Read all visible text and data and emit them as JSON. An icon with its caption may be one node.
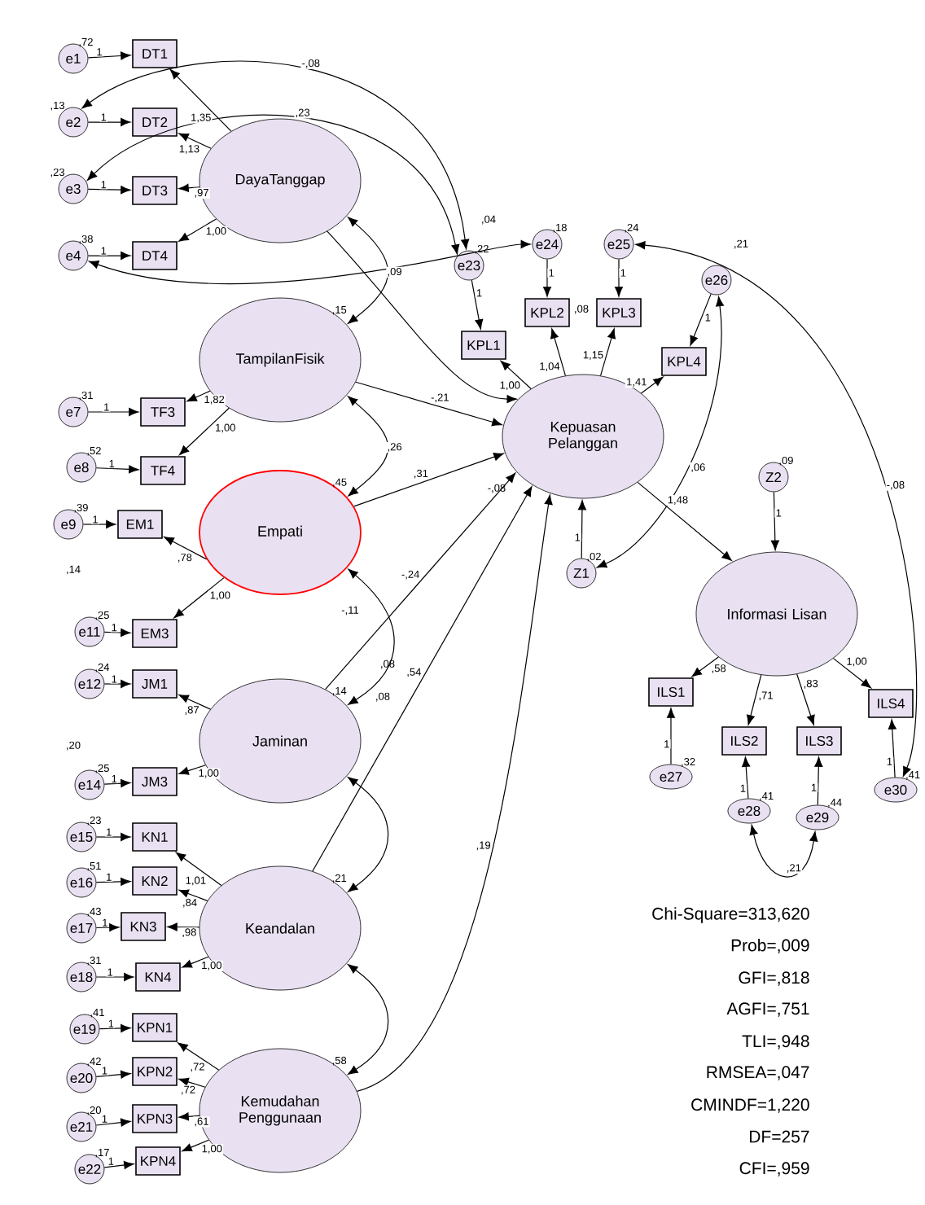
{
  "diagram": {
    "nodes": [
      {
        "text": [
          "e1"
        ],
        "beside": [
          ",72"
        ]
      },
      {
        "text": [
          "DT1"
        ]
      },
      {
        "text": [
          "e2"
        ],
        "beside": [
          ",13"
        ]
      },
      {
        "text": [
          "DT2"
        ]
      },
      {
        "text": [
          "e3"
        ],
        "beside": [
          ",23"
        ]
      },
      {
        "text": [
          "DT3"
        ]
      },
      {
        "text": [
          "e4"
        ],
        "beside": [
          ",38"
        ]
      },
      {
        "text": [
          "DT4"
        ]
      },
      {
        "text": [
          "DayaTanggap"
        ]
      },
      {
        "text": [
          "TampilanFisik"
        ],
        "beside": [
          ",15"
        ]
      },
      {
        "text": [
          "e7"
        ],
        "beside": [
          ",31"
        ]
      },
      {
        "text": [
          "TF3"
        ]
      },
      {
        "text": [
          "e8"
        ],
        "beside": [
          ",52"
        ]
      },
      {
        "text": [
          "TF4"
        ]
      },
      {
        "text": [
          "e9"
        ],
        "beside": [
          ",39"
        ]
      },
      {
        "text": [
          "EM1"
        ]
      },
      {
        "text": [
          "Empati"
        ],
        "beside": [
          ",45"
        ]
      },
      {
        "text": [
          "e11"
        ],
        "beside": [
          ",25"
        ]
      },
      {
        "text": [
          "EM3"
        ]
      },
      {
        "text": [
          "e12"
        ],
        "beside": [
          ",24"
        ]
      },
      {
        "text": [
          "JM1"
        ]
      },
      {
        "text": [
          "Jaminan"
        ],
        "beside": [
          ",14"
        ]
      },
      {
        "text": [
          "e14"
        ],
        "beside": [
          ",25"
        ]
      },
      {
        "text": [
          "JM3"
        ]
      },
      {
        "text": [
          "e15"
        ],
        "beside": [
          ",23"
        ]
      },
      {
        "text": [
          "KN1"
        ]
      },
      {
        "text": [
          "e16"
        ],
        "beside": [
          ",51"
        ]
      },
      {
        "text": [
          "KN2"
        ]
      },
      {
        "text": [
          "e17"
        ],
        "beside": [
          ",43"
        ]
      },
      {
        "text": [
          "KN3"
        ]
      },
      {
        "text": [
          "e18"
        ],
        "beside": [
          ",31"
        ]
      },
      {
        "text": [
          "KN4"
        ]
      },
      {
        "text": [
          "Keandalan"
        ],
        "beside": [
          ",21"
        ]
      },
      {
        "text": [
          "e19"
        ],
        "beside": [
          ",41"
        ]
      },
      {
        "text": [
          "KPN1"
        ]
      },
      {
        "text": [
          "e20"
        ],
        "beside": [
          ",42"
        ]
      },
      {
        "text": [
          "KPN2"
        ]
      },
      {
        "text": [
          "e21"
        ],
        "beside": [
          ",20"
        ]
      },
      {
        "text": [
          "KPN3"
        ]
      },
      {
        "text": [
          "e22"
        ],
        "beside": [
          ",17"
        ]
      },
      {
        "text": [
          "KPN4"
        ]
      },
      {
        "text": [
          "Kemudahan Penggunaan"
        ],
        "beside": [
          ",58"
        ]
      },
      {
        "text": [
          "e23"
        ],
        "beside": [
          ",22"
        ]
      },
      {
        "text": [
          "KPL1"
        ]
      },
      {
        "text": [
          "e24"
        ],
        "beside": [
          ",18"
        ]
      },
      {
        "text": [
          "KPL2"
        ]
      },
      {
        "text": [
          "e25"
        ],
        "beside": [
          ",24"
        ]
      },
      {
        "text": [
          "KPL3"
        ]
      },
      {
        "text": [
          "e26"
        ]
      },
      {
        "text": [
          "KPL4"
        ]
      },
      {
        "text": [
          "Kepuasan Pelanggan"
        ]
      },
      {
        "text": [
          "Z1"
        ],
        "beside": [
          ",02"
        ]
      },
      {
        "text": [
          "Z2"
        ],
        "beside": [
          ",09"
        ]
      },
      {
        "text": [
          "Informasi Lisan"
        ]
      },
      {
        "text": [
          "ILS1"
        ]
      },
      {
        "text": [
          "ILS2"
        ]
      },
      {
        "text": [
          "ILS3"
        ]
      },
      {
        "text": [
          "ILS4"
        ]
      },
      {
        "text": [
          "e27"
        ],
        "beside": [
          ",32"
        ]
      },
      {
        "text": [
          "e28"
        ],
        "beside": [
          ",41"
        ]
      },
      {
        "text": [
          "e29"
        ],
        "beside": [
          ",44"
        ]
      },
      {
        "text": [
          "e30"
        ],
        "beside": [
          ",41"
        ]
      }
    ],
    "edges": [
      {
        "from": 0,
        "to": 1,
        "arrow": "to",
        "label": "1"
      },
      {
        "from": 2,
        "to": 3,
        "arrow": "to",
        "label": "1"
      },
      {
        "from": 4,
        "to": 5,
        "arrow": "to",
        "label": "1"
      },
      {
        "from": 6,
        "to": 7,
        "arrow": "to",
        "label": "1"
      },
      {
        "from": 10,
        "to": 11,
        "arrow": "to",
        "label": "1"
      },
      {
        "from": 12,
        "to": 13,
        "arrow": "to",
        "label": "1"
      },
      {
        "from": 14,
        "to": 15,
        "arrow": "to",
        "label": "1"
      },
      {
        "from": 17,
        "to": 18,
        "arrow": "to",
        "label": "1"
      },
      {
        "from": 19,
        "to": 20,
        "arrow": "to",
        "label": "1"
      },
      {
        "from": 22,
        "to": 23,
        "arrow": "to",
        "label": "1"
      },
      {
        "from": 24,
        "to": 25,
        "arrow": "to",
        "label": "1"
      },
      {
        "from": 26,
        "to": 27,
        "arrow": "to",
        "label": "1"
      },
      {
        "from": 28,
        "to": 29,
        "arrow": "to",
        "label": "1"
      },
      {
        "from": 30,
        "to": 31,
        "arrow": "to",
        "label": "1"
      },
      {
        "from": 33,
        "to": 34,
        "arrow": "to",
        "label": "1"
      },
      {
        "from": 35,
        "to": 36,
        "arrow": "to",
        "label": "1"
      },
      {
        "from": 37,
        "to": 38,
        "arrow": "to",
        "label": "1"
      },
      {
        "from": 39,
        "to": 40,
        "arrow": "to",
        "label": "1"
      },
      {
        "from": 42,
        "to": 43,
        "arrow": "to",
        "label": "1"
      },
      {
        "from": 44,
        "to": 45,
        "arrow": "to",
        "label": "1"
      },
      {
        "from": 46,
        "to": 47,
        "arrow": "to",
        "label": "1"
      },
      {
        "from": 48,
        "to": 49,
        "arrow": "to",
        "label": "1"
      },
      {
        "from": 58,
        "to": 54,
        "arrow": "to",
        "label": "1"
      },
      {
        "from": 59,
        "to": 55,
        "arrow": "to",
        "label": "1"
      },
      {
        "from": 60,
        "to": 56,
        "arrow": "to",
        "label": "1"
      },
      {
        "from": 61,
        "to": 57,
        "arrow": "to",
        "label": "1"
      },
      {
        "from": 51,
        "to": 50,
        "arrow": "to",
        "label": "1"
      },
      {
        "from": 52,
        "to": 53,
        "arrow": "to",
        "label": "1"
      },
      {
        "from": 8,
        "to": 1,
        "arrow": "to",
        "label": "1,35"
      },
      {
        "from": 8,
        "to": 3,
        "arrow": "to",
        "label": "1,13"
      },
      {
        "from": 8,
        "to": 5,
        "arrow": "to",
        "label": ",97"
      },
      {
        "from": 8,
        "to": 7,
        "arrow": "to",
        "label": "1,00"
      },
      {
        "from": 9,
        "to": 11,
        "arrow": "to",
        "label": "1,82"
      },
      {
        "from": 9,
        "to": 13,
        "arrow": "to",
        "label": "1,00"
      },
      {
        "from": 16,
        "to": 15,
        "arrow": "to",
        "label": ",78"
      },
      {
        "from": 16,
        "to": 18,
        "arrow": "to",
        "label": "1,00"
      },
      {
        "from": 21,
        "to": 20,
        "arrow": "to",
        "label": ",87"
      },
      {
        "from": 21,
        "to": 23,
        "arrow": "to",
        "label": "1,00"
      },
      {
        "from": 32,
        "to": 25,
        "arrow": "to",
        "label": "1,01"
      },
      {
        "from": 32,
        "to": 27,
        "arrow": "to",
        "label": ",84"
      },
      {
        "from": 32,
        "to": 29,
        "arrow": "to",
        "label": ",98"
      },
      {
        "from": 32,
        "to": 31,
        "arrow": "to",
        "label": "1,00"
      },
      {
        "from": 41,
        "to": 34,
        "arrow": "to",
        "label": ",72"
      },
      {
        "from": 41,
        "to": 36,
        "arrow": "to",
        "label": ",72"
      },
      {
        "from": 41,
        "to": 38,
        "arrow": "to",
        "label": ",61"
      },
      {
        "from": 41,
        "to": 40,
        "arrow": "to",
        "label": "1,00"
      },
      {
        "from": 50,
        "to": 43,
        "arrow": "to",
        "label": "1,00"
      },
      {
        "from": 50,
        "to": 45,
        "arrow": "to",
        "label": "1,04"
      },
      {
        "from": 50,
        "to": 47,
        "arrow": "to",
        "label": "1,15"
      },
      {
        "from": 50,
        "to": 49,
        "arrow": "to",
        "label": "1,41"
      },
      {
        "from": 53,
        "to": 54,
        "arrow": "to",
        "label": ",58"
      },
      {
        "from": 53,
        "to": 55,
        "arrow": "to",
        "label": ",71"
      },
      {
        "from": 53,
        "to": 56,
        "arrow": "to",
        "label": ",83"
      },
      {
        "from": 53,
        "to": 57,
        "arrow": "to",
        "label": "1,00"
      },
      {
        "from": 8,
        "to": 50,
        "arrow": "to"
      },
      {
        "from": 9,
        "to": 50,
        "arrow": "to",
        "label": "-,21"
      },
      {
        "from": 16,
        "to": 50,
        "arrow": "to",
        "label": ",31"
      },
      {
        "from": 21,
        "to": 50,
        "arrow": "to",
        "label": "-,24"
      },
      {
        "from": 32,
        "to": 50,
        "arrow": "to",
        "label": ",54"
      },
      {
        "from": 41,
        "to": 50,
        "arrow": "to",
        "label": ",19"
      },
      {
        "from": 50,
        "to": 53,
        "arrow": "to",
        "label": "1,48"
      },
      {
        "from": 8,
        "to": 9,
        "arrow": "both",
        "label": ",09"
      },
      {
        "from": 9,
        "to": 16,
        "arrow": "both",
        "label": ",26"
      },
      {
        "from": 16,
        "to": 21,
        "arrow": "both"
      },
      {
        "from": 21,
        "to": 32,
        "arrow": "both"
      },
      {
        "from": 32,
        "to": 41,
        "arrow": "both"
      },
      {
        "from": 4,
        "to": 42,
        "arrow": "both",
        "label": ",23"
      },
      {
        "from": 2,
        "to": 42,
        "arrow": "both",
        "label": "-,08"
      },
      {
        "from": 6,
        "to": 44,
        "arrow": "both"
      },
      {
        "from": 46,
        "to": 61,
        "arrow": "both",
        "label": "-,08"
      },
      {
        "from": 48,
        "to": 51,
        "arrow": "both",
        "label": ",06"
      },
      {
        "from": 59,
        "to": 60,
        "arrow": "both",
        "label": ",21"
      }
    ],
    "labels": [
      ",04",
      ",08",
      "-,08",
      "-,11",
      ",08",
      ",08",
      ",14",
      ",20",
      ",21",
      "Chi-Square=313,620",
      "Prob=,009",
      "GFI=,818",
      "AGFI=,751",
      "TLI=,948",
      "RMSEA=,047",
      "CMINDF=1,220",
      "DF=257",
      "CFI=,959"
    ]
  }
}
